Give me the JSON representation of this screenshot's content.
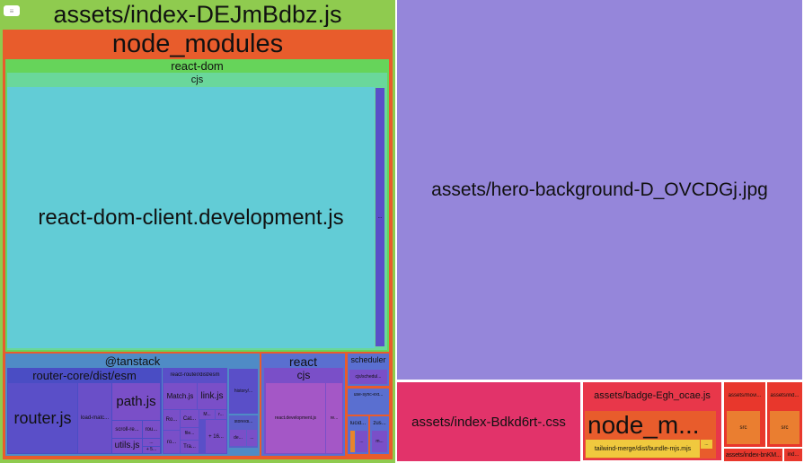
{
  "toolbar": {
    "menu_icon": "hamburger-icon"
  },
  "colors": {
    "main_js": "#8fcb4f",
    "node_modules": "#e85c2c",
    "react_dom": "#66d45a",
    "cjs": "#6ad79b",
    "client": "#62ccd6",
    "tanstack": "#4f8bc6",
    "purple": "#5a4fc8",
    "violet": "#7d4fc8",
    "hero": "#9586da",
    "css": "#e2336a",
    "badge": "#e8374a",
    "tailwind": "#f0c93e"
  },
  "main": {
    "label": "assets/index-DEJmBdbz.js",
    "node_modules": "node_modules",
    "react_dom": "react-dom",
    "react_dom_cjs": "cjs",
    "react_dom_client": "react-dom-client.development.js",
    "react_dom_more": "...",
    "tanstack": {
      "label": "@tanstack",
      "router_core": "router-core/dist/esm",
      "router_js": "router.js",
      "load_match": "load-matc...",
      "path_js": "path.js",
      "scroll_re": "scroll-re...",
      "rou": "rou...",
      "utils_js": "utils.js",
      "dots": "...",
      "plus5": "+ 5...",
      "react_router": "react-router/dist/esm",
      "match_js": "Match.js",
      "link_js": "link.js",
      "ro1": "Ro...",
      "cat": "Cat...",
      "m": "M...",
      "r": "r...",
      "ro2": "ro...",
      "file": "file...",
      "tra": "Tra...",
      "plus16": "+ 16...",
      "history": "history/...",
      "store": "store/di...",
      "de": "de...",
      "dots2": "..."
    },
    "react": {
      "label": "react",
      "cjs": "cjs",
      "dev": "react.development.js",
      "re": "re..."
    },
    "scheduler": {
      "label": "scheduler",
      "cjs": "cjs/schedul..."
    },
    "use_sync": "use-sync-ext...",
    "lucide": "lucid...",
    "lucide_more": "...",
    "zustand": "zus...",
    "zustand_m": "m..."
  },
  "hero": "assets/hero-background-D_OVCDGj.jpg",
  "css": "assets/index-Bdkd6rt-.css",
  "badge": {
    "label": "assets/badge-Egh_ocae.js",
    "node_modules": "node_m...",
    "tailwind": "tailwind-merge/dist/bundle-mjs.mjs",
    "more": "..."
  },
  "movi": {
    "label": "assets/movi...",
    "src": "src"
  },
  "ind": {
    "label": "assets/ind...",
    "src": "src"
  },
  "index_bn": "assets/index-bnKM...",
  "ind2": "ind..."
}
